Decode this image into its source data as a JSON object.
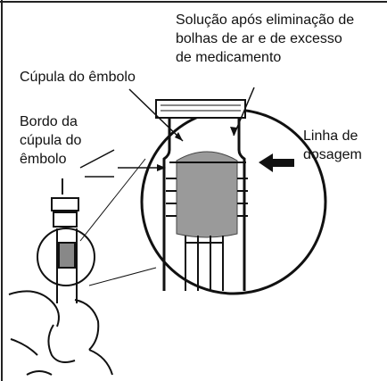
{
  "labels": {
    "solution_line1": "Solução após eliminação de",
    "solution_line2": "bolhas de ar e de excesso",
    "solution_line3": "de medicamento",
    "plunger_dome": "Cúpula do êmbolo",
    "rim_line1": "Bordo da",
    "rim_line2": "cúpula do",
    "rim_line3": "êmbolo",
    "dosage_line1": "Linha de",
    "dosage_line2": "dosagem"
  }
}
